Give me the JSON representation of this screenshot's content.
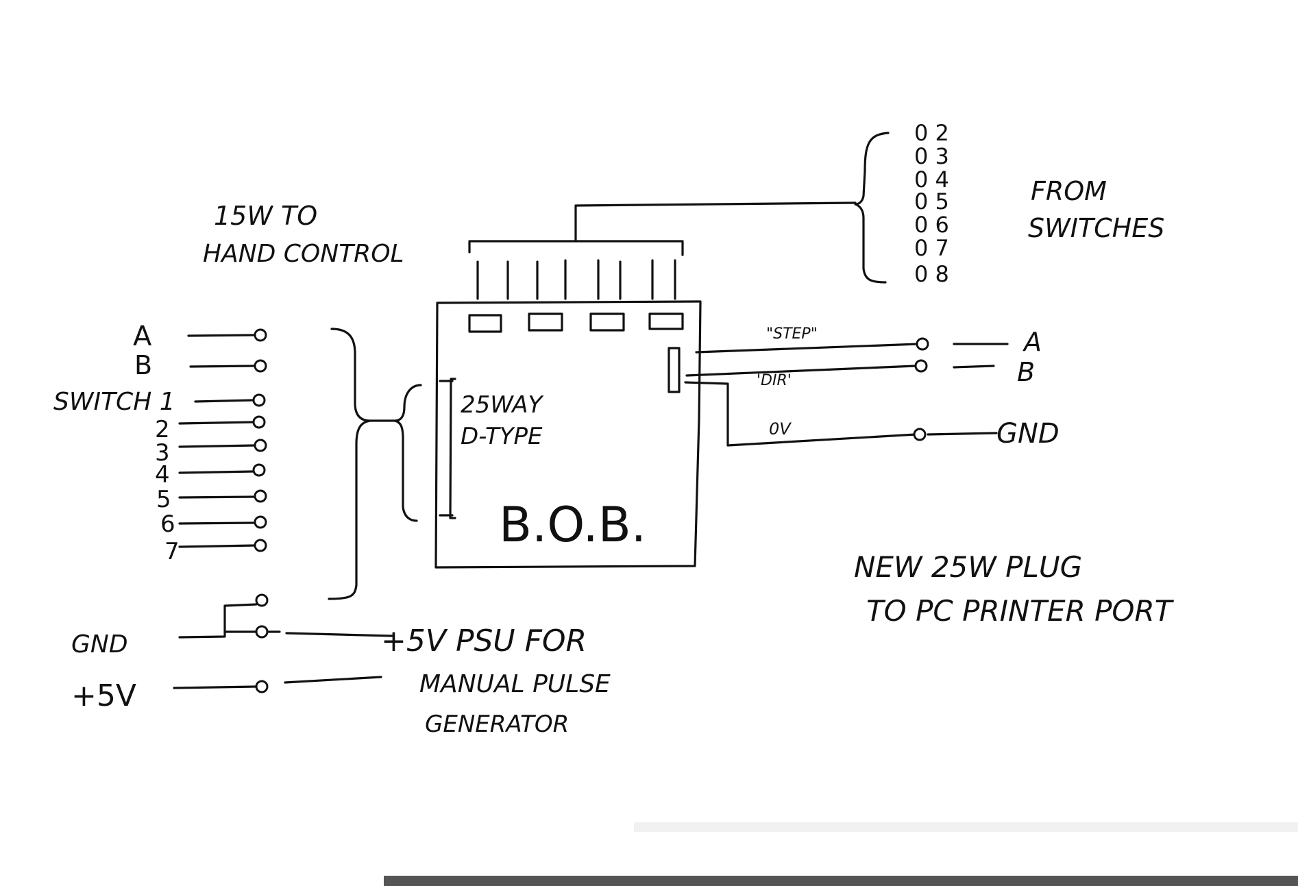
{
  "labels": {
    "hand_control_title_line1": "15W TO",
    "hand_control_title_line2": "HAND CONTROL",
    "pin_a_left": "A",
    "pin_b_left": "B",
    "switch_label": "SWITCH 1",
    "switch_numbers": [
      "2",
      "3",
      "4",
      "5",
      "6",
      "7"
    ],
    "gnd_left": "GND",
    "plus5v_left": "+5V",
    "psu_line1": "+5V PSU FOR",
    "psu_line2": "MANUAL PULSE",
    "psu_line3": "GENERATOR",
    "dtype_line1": "25WAY",
    "dtype_line2": "D-TYPE",
    "bob_label": "B.O.B.",
    "step_label": "\"STEP\"",
    "dir_label": "'DIR'",
    "zero_v_label": "0V",
    "out_a": "A",
    "out_b": "B",
    "out_gnd": "GND",
    "switch_pins": [
      "0 2",
      "0 3",
      "0 4",
      "0 5",
      "0 6",
      "0 7",
      "0 8"
    ],
    "from_switches_line1": "FROM",
    "from_switches_line2": "SWITCHES",
    "new_plug_line1": "NEW 25W PLUG",
    "new_plug_line2": "TO PC PRINTER PORT"
  }
}
